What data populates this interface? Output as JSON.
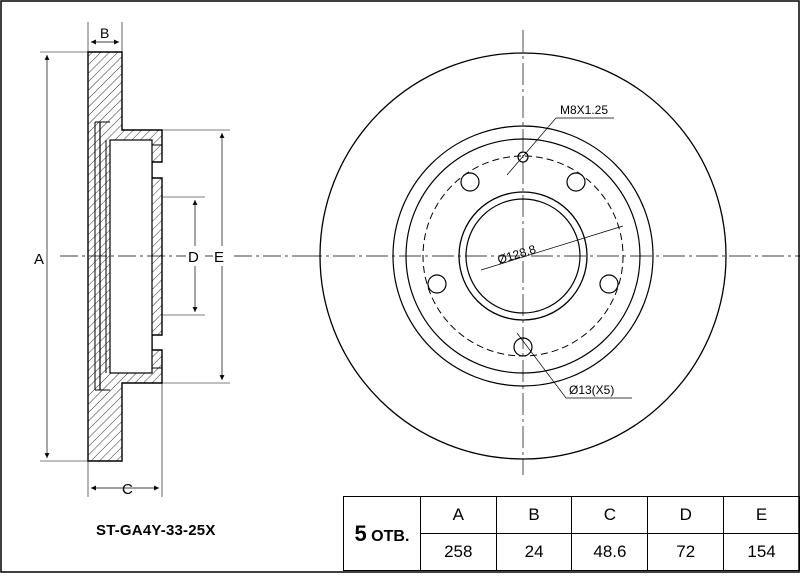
{
  "drawing": {
    "dim_labels": {
      "a": "A",
      "b": "B",
      "c": "C",
      "d": "D",
      "e": "E"
    },
    "callouts": {
      "thread": "M8X1.25",
      "hub_bore": "Ø128.8",
      "bolt_holes": "Ø13(X5)"
    }
  },
  "part_number": "ST-GA4Y-33-25X",
  "spec_table": {
    "holes_count": "5",
    "holes_unit": "ОТВ.",
    "headers": [
      "A",
      "B",
      "C",
      "D",
      "E"
    ],
    "values": [
      "258",
      "24",
      "48.6",
      "72",
      "154"
    ]
  }
}
